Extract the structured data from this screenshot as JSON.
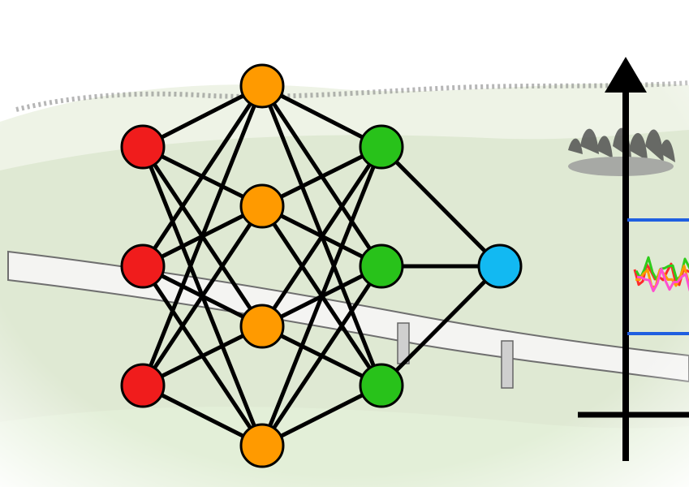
{
  "colors": {
    "input_node": "#f01c1c",
    "hidden_node": "#ff9a00",
    "second_hidden_node": "#28c21a",
    "output_node": "#12b9f2",
    "edge": "#000000",
    "guide_line": "#1f5fe0",
    "landscape_base": "#eef3e6",
    "landscape_green": "#d9e8cc",
    "trace_1": "#ff2a2a",
    "trace_2": "#2ecc1a",
    "trace_3": "#ff9a00",
    "trace_4": "#ff4fd0"
  },
  "network": {
    "layers": [
      {
        "name": "input",
        "node_count": 3
      },
      {
        "name": "hidden-1",
        "node_count": 4
      },
      {
        "name": "hidden-2",
        "node_count": 3
      },
      {
        "name": "output",
        "node_count": 1
      }
    ],
    "connectivity": "fully-connected"
  },
  "icons": {
    "axis_arrow": "arrow-up-icon",
    "tree_cluster": "tree-cluster-icon"
  }
}
